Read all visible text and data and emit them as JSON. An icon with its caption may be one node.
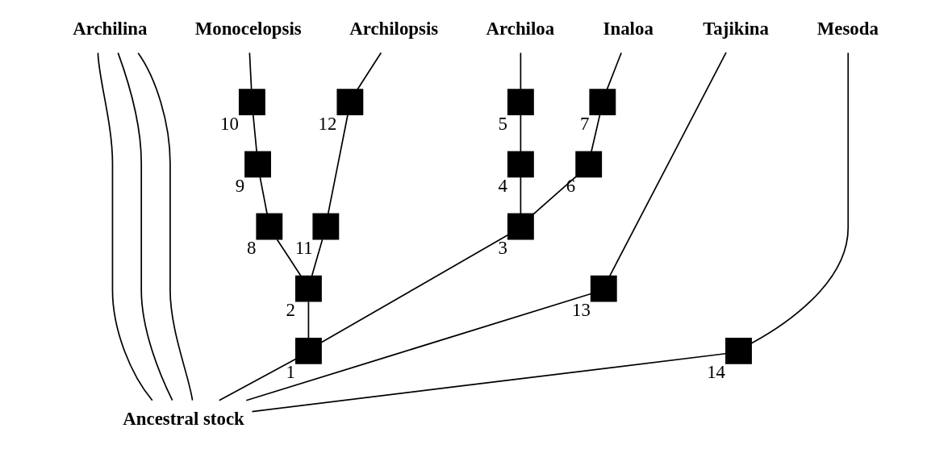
{
  "diagram": {
    "nodes": [
      {
        "text": [
          "Archilina"
        ]
      },
      {
        "text": [
          "Mesoda"
        ]
      },
      {
        "text": [
          "Tajikina"
        ]
      },
      {
        "text": [
          "Archiloa"
        ]
      },
      {
        "text": [
          "Inaloa"
        ]
      },
      {
        "text": [
          "Monocelopsis"
        ]
      },
      {
        "text": [
          "Archilopsis"
        ]
      },
      {
        "text": [],
        "shape": "box",
        "beside": [
          "1"
        ]
      },
      {
        "text": [],
        "shape": "box",
        "beside": [
          "2"
        ]
      },
      {
        "text": [],
        "shape": "box",
        "beside": [
          "3"
        ]
      },
      {
        "text": [],
        "shape": "box",
        "beside": [
          "4"
        ]
      },
      {
        "text": [],
        "shape": "box",
        "beside": [
          "5"
        ]
      },
      {
        "text": [],
        "shape": "box",
        "beside": [
          "6"
        ]
      },
      {
        "text": [],
        "shape": "box",
        "beside": [
          "7"
        ]
      },
      {
        "text": [],
        "shape": "box",
        "beside": [
          "8"
        ]
      },
      {
        "text": [],
        "shape": "box",
        "beside": [
          "9"
        ]
      },
      {
        "text": [],
        "shape": "box",
        "beside": [
          "10"
        ]
      },
      {
        "text": [],
        "shape": "box",
        "beside": [
          "11"
        ]
      },
      {
        "text": [],
        "shape": "box",
        "beside": [
          "12"
        ]
      },
      {
        "text": [],
        "shape": "box",
        "beside": [
          "13"
        ]
      },
      {
        "text": [],
        "shape": "box",
        "beside": [
          "14"
        ]
      },
      {
        "text": [
          "Ancestral stock"
        ]
      }
    ],
    "edges": [
      {
        "from": 21,
        "to": 0,
        "arrow": "none"
      },
      {
        "from": 21,
        "to": 0,
        "arrow": "none"
      },
      {
        "from": 21,
        "to": 0,
        "arrow": "none"
      },
      {
        "from": 21,
        "to": 20,
        "arrow": "none"
      },
      {
        "from": 20,
        "to": 1,
        "arrow": "none"
      },
      {
        "from": 21,
        "to": 19,
        "arrow": "none"
      },
      {
        "from": 19,
        "to": 2,
        "arrow": "none"
      },
      {
        "from": 21,
        "to": 7,
        "arrow": "none"
      },
      {
        "from": 7,
        "to": 9,
        "arrow": "none"
      },
      {
        "from": 7,
        "to": 8,
        "arrow": "none"
      },
      {
        "from": 9,
        "to": 10,
        "arrow": "none"
      },
      {
        "from": 9,
        "to": 12,
        "arrow": "none"
      },
      {
        "from": 10,
        "to": 11,
        "arrow": "none"
      },
      {
        "from": 11,
        "to": 3,
        "arrow": "none"
      },
      {
        "from": 12,
        "to": 13,
        "arrow": "none"
      },
      {
        "from": 13,
        "to": 4,
        "arrow": "none"
      },
      {
        "from": 8,
        "to": 14,
        "arrow": "none"
      },
      {
        "from": 8,
        "to": 17,
        "arrow": "none"
      },
      {
        "from": 14,
        "to": 15,
        "arrow": "none"
      },
      {
        "from": 15,
        "to": 16,
        "arrow": "none"
      },
      {
        "from": 16,
        "to": 5,
        "arrow": "none"
      },
      {
        "from": 17,
        "to": 18,
        "arrow": "none"
      },
      {
        "from": 18,
        "to": 6,
        "arrow": "none"
      }
    ]
  }
}
